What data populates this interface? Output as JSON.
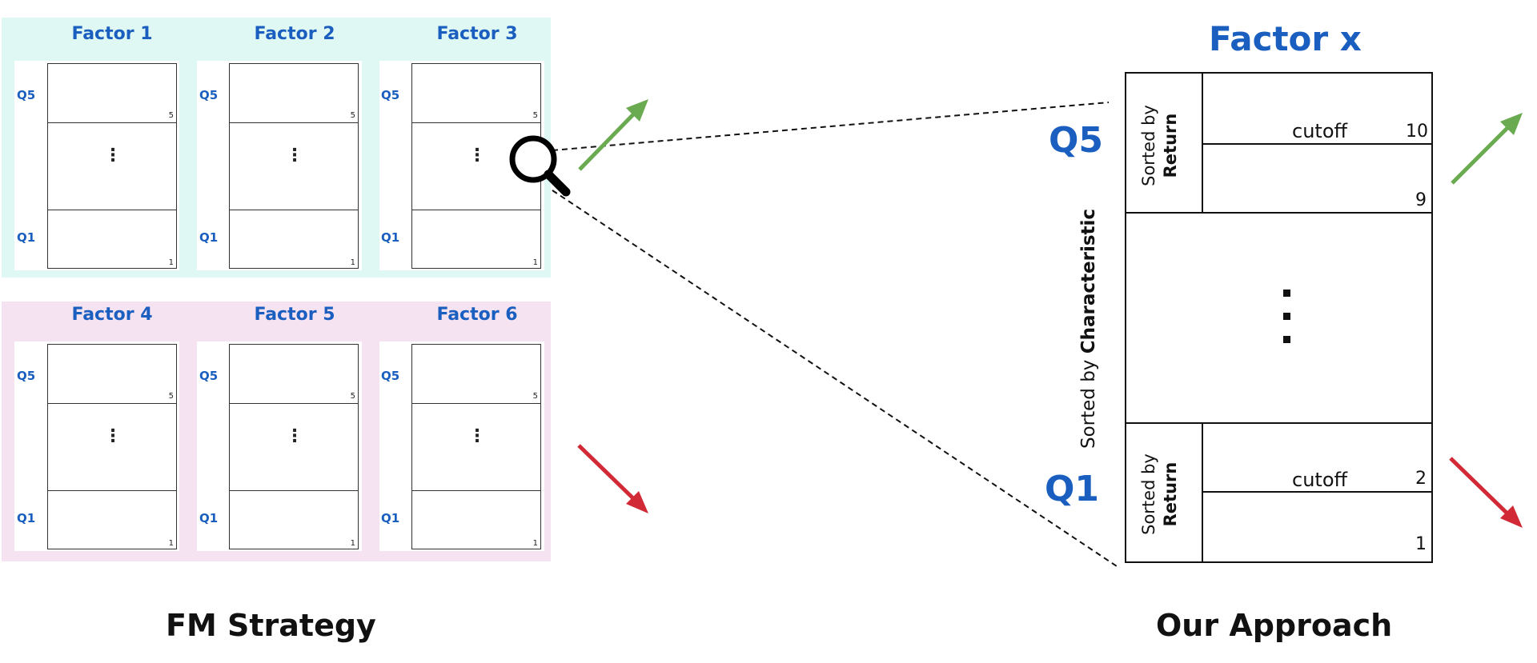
{
  "colors": {
    "accent_blue": "#1a5fbf",
    "top_group_bg": "#e0f8f4",
    "bottom_group_bg": "#f5e3f2",
    "up_arrow": "#6aaa50",
    "down_arrow": "#d12a36"
  },
  "left_panel": {
    "factors": [
      {
        "title": "Factor 1",
        "q_top": "Q5",
        "q_bottom": "Q1",
        "num_top": "5",
        "num_bottom": "1",
        "dots": "⋮"
      },
      {
        "title": "Factor 2",
        "q_top": "Q5",
        "q_bottom": "Q1",
        "num_top": "5",
        "num_bottom": "1",
        "dots": "⋮"
      },
      {
        "title": "Factor 3",
        "q_top": "Q5",
        "q_bottom": "Q1",
        "num_top": "5",
        "num_bottom": "1",
        "dots": "⋮"
      },
      {
        "title": "Factor 4",
        "q_top": "Q5",
        "q_bottom": "Q1",
        "num_top": "5",
        "num_bottom": "1",
        "dots": "⋮"
      },
      {
        "title": "Factor 5",
        "q_top": "Q5",
        "q_bottom": "Q1",
        "num_top": "5",
        "num_bottom": "1",
        "dots": "⋮"
      },
      {
        "title": "Factor 6",
        "q_top": "Q5",
        "q_bottom": "Q1",
        "num_top": "5",
        "num_bottom": "1",
        "dots": "⋮"
      }
    ],
    "caption": "FM Strategy"
  },
  "right_panel": {
    "title": "Factor x",
    "q_top": "Q5",
    "q_bottom": "Q1",
    "axis_label_prefix": "Sorted by",
    "axis_label_bold": "Characteristic",
    "inner_label_prefix": "Sorted by",
    "inner_label_bold": "Return",
    "cutoff_label": "cutoff",
    "top_cutoff_number": "10",
    "top_low_number": "9",
    "bottom_cutoff_number": "2",
    "bottom_low_number": "1",
    "dots": "⋮",
    "caption": "Our Approach"
  }
}
